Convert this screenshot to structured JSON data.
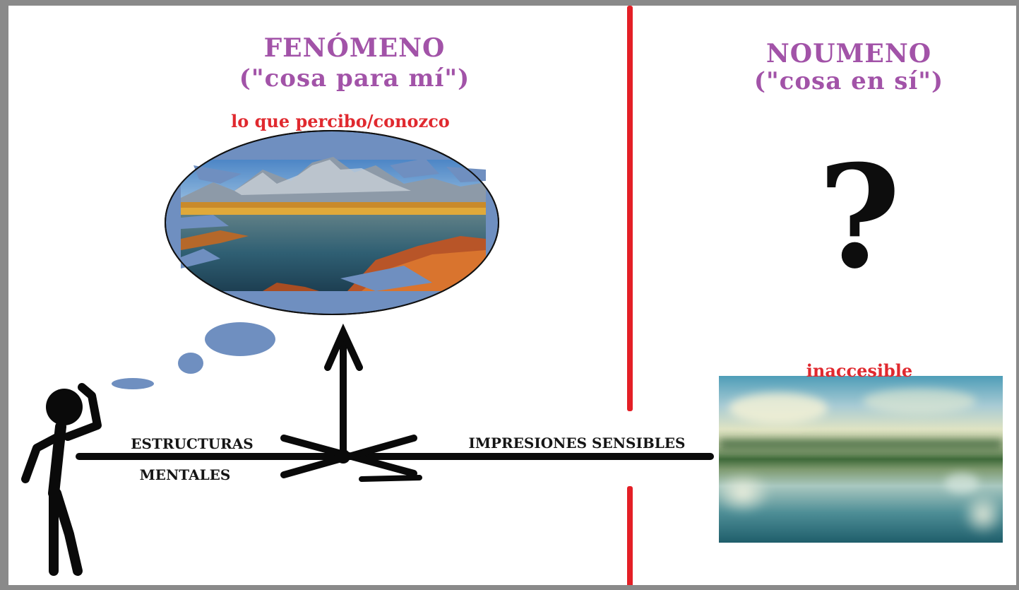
{
  "phenomenon": {
    "title": "FENÓMENO",
    "subtitle": "(\"cosa para mí\")",
    "caption": "lo que percibo/conozco"
  },
  "noumenon": {
    "title": "NOUMENO",
    "subtitle": "(\"cosa en sí\")",
    "symbol": "?",
    "caption": "inaccesible"
  },
  "labels": {
    "structures_line1": "ESTRUCTURAS",
    "structures_line2": "MENTALES",
    "impressions": "IMPRESIONES SENSIBLES"
  },
  "colors": {
    "title_purple": "#a253a8",
    "caption_red": "#e0292f",
    "divider_red": "#e41f26",
    "bubble_blue": "#6f8fc0",
    "frame_gray": "#8a8a8a",
    "ink": "#0d0d0d"
  },
  "icons": [
    "stick-figure-icon",
    "thought-bubble-icon",
    "landscape-image",
    "blurred-landscape-image"
  ]
}
